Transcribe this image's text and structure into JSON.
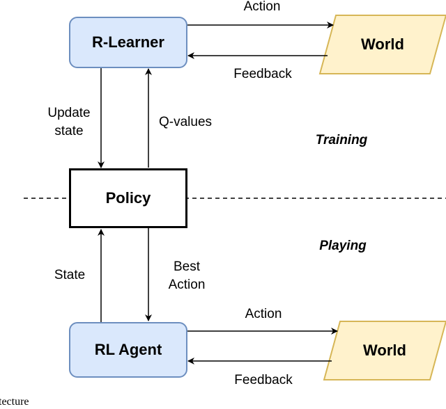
{
  "nodes": {
    "r_learner": "R-Learner",
    "world_top": "World",
    "policy": "Policy",
    "rl_agent": "RL Agent",
    "world_bottom": "World"
  },
  "edges": {
    "action_top": "Action",
    "feedback_top": "Feedback",
    "update_state_1": "Update",
    "update_state_2": "state",
    "q_values": "Q-values",
    "state": "State",
    "best_action_1": "Best",
    "best_action_2": "Action",
    "action_bottom": "Action",
    "feedback_bottom": "Feedback"
  },
  "phases": {
    "training": "Training",
    "playing": "Playing"
  },
  "caption_fragment": "tecture",
  "colors": {
    "learner_fill": "#dae8fc",
    "learner_stroke": "#6c8ebf",
    "world_fill": "#fff2cc",
    "world_stroke": "#d6b656"
  }
}
